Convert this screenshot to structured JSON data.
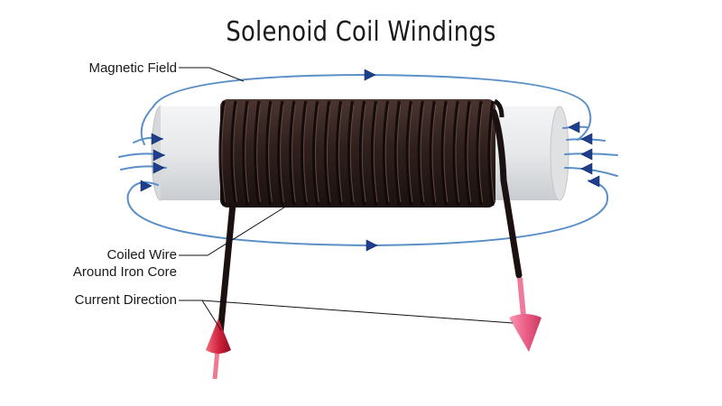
{
  "title": "Solenoid Coil Windings",
  "labels": {
    "magnetic_field": "Magnetic Field",
    "coiled_wire_line1": "Coiled Wire",
    "coiled_wire_line2": "Around Iron Core",
    "current_direction": "Current Direction"
  },
  "diagram": {
    "coil_turns": 24,
    "colors": {
      "field_line": "#5a8fc7",
      "field_arrow": "#1f3f8c",
      "wire": "#2a1a18",
      "core": "#e4e6e8",
      "current_arrow": "#e8507a",
      "current_arrow_in": "#d0213a",
      "leader_line": "#111111"
    }
  }
}
